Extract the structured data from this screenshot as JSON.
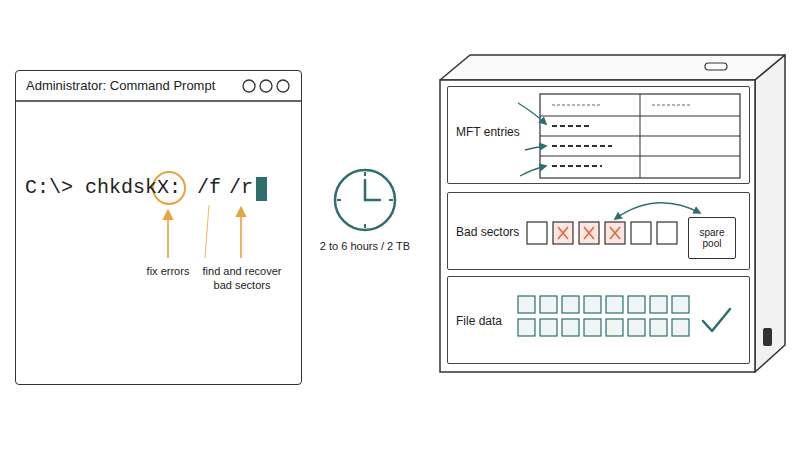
{
  "diagram": {
    "nodes": [
      {
        "text": [
          "Administrator: Command Prompt"
        ]
      },
      {
        "text": [
          "X:"
        ],
        "in": 0
      },
      {
        "text": [
          "MFT entries"
        ]
      },
      {
        "text": [
          "Bad sectors"
        ]
      },
      {
        "text": [
          "spare pool"
        ],
        "in": 3
      },
      {
        "text": [
          "File data"
        ]
      }
    ],
    "labels": [
      "C:\\> chkdsk",
      "/f",
      "/r",
      "fix errors",
      "find and recover bad sectors",
      "2 to 6 hours / 2 TB"
    ]
  }
}
